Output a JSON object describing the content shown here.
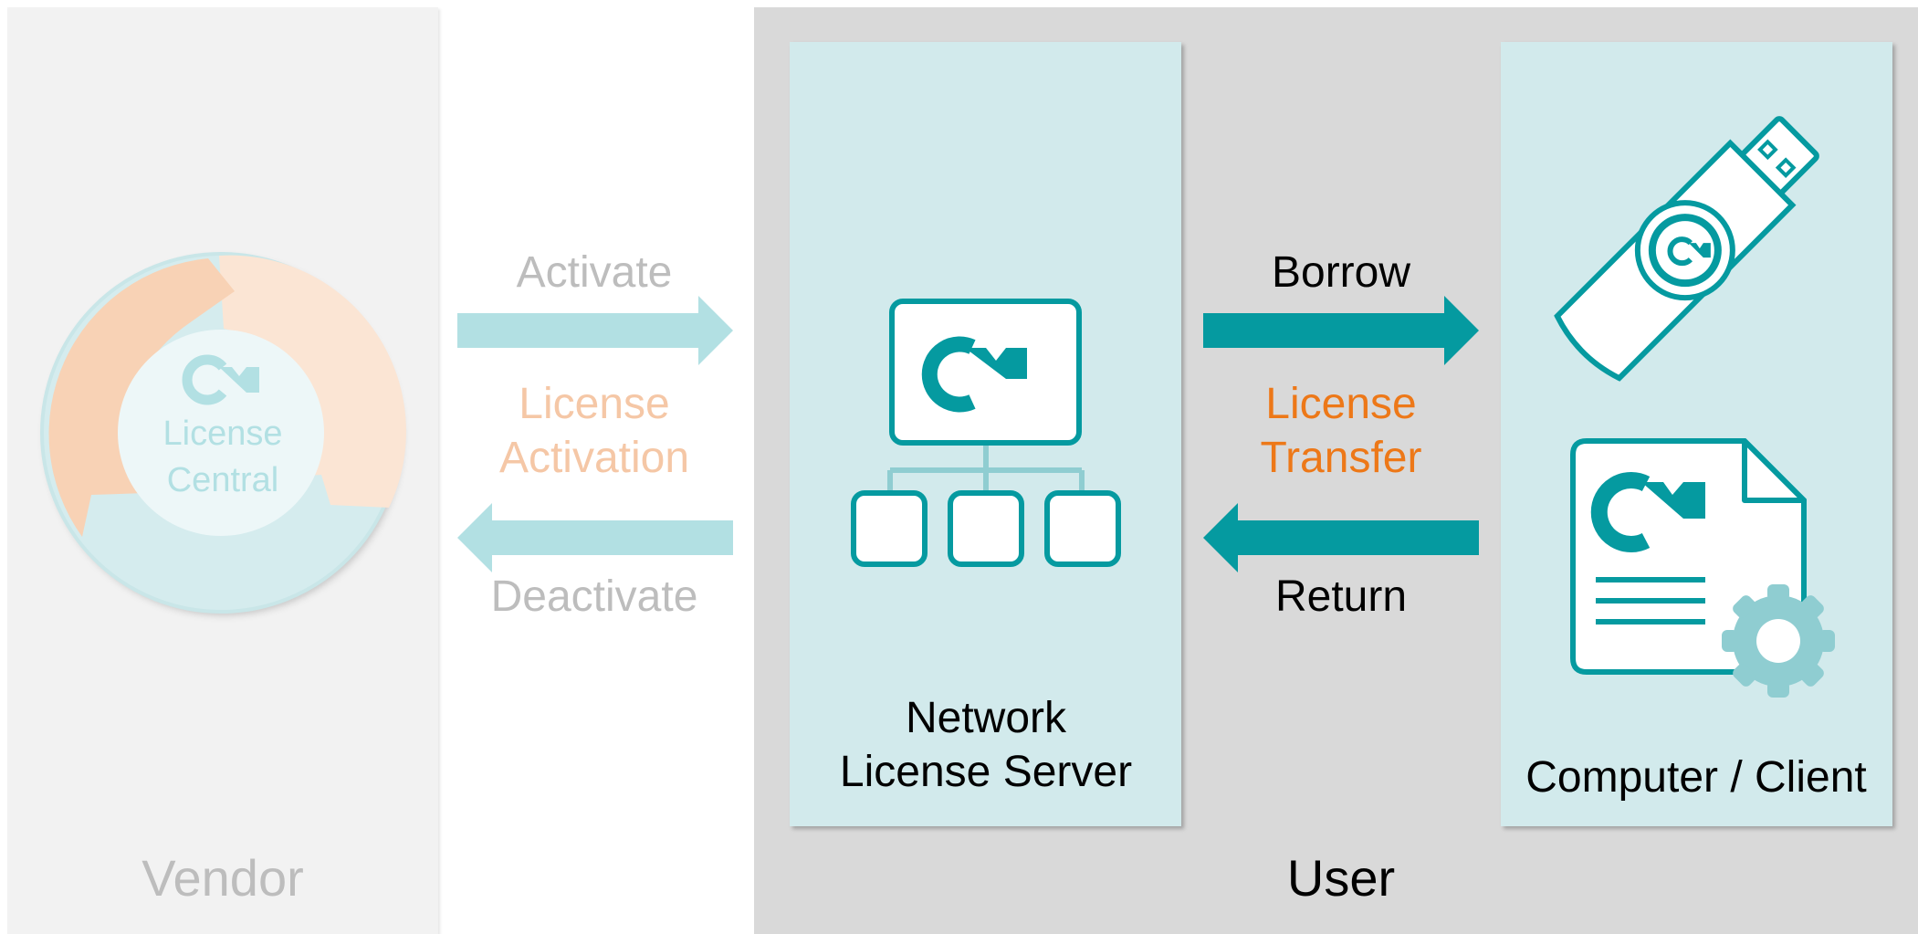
{
  "colors": {
    "teal": "#059aa0",
    "light_teal": "#b2e0e3",
    "card_bg": "#d2eaec",
    "peach_dark": "#f8d2b5",
    "peach_light": "#fbe5d4",
    "orange": "#ed7818",
    "gray_text": "#bdbdbd"
  },
  "vendor": {
    "title": "Vendor",
    "license_central": {
      "line1": "License",
      "line2": "Central"
    }
  },
  "activation": {
    "activate_label": "Activate",
    "deactivate_label": "Deactivate",
    "center_line1": "License",
    "center_line2": "Activation"
  },
  "user": {
    "title": "User",
    "server_card": {
      "line1": "Network",
      "line2": "License Server"
    },
    "client_card": {
      "label": "Computer / Client"
    }
  },
  "transfer": {
    "borrow_label": "Borrow",
    "return_label": "Return",
    "center_line1": "License",
    "center_line2": "Transfer"
  },
  "icons": {
    "license_central": "circular-arrows-icon",
    "server": "network-server-icon",
    "dongle": "usb-dongle-icon",
    "license_file": "license-file-icon"
  }
}
